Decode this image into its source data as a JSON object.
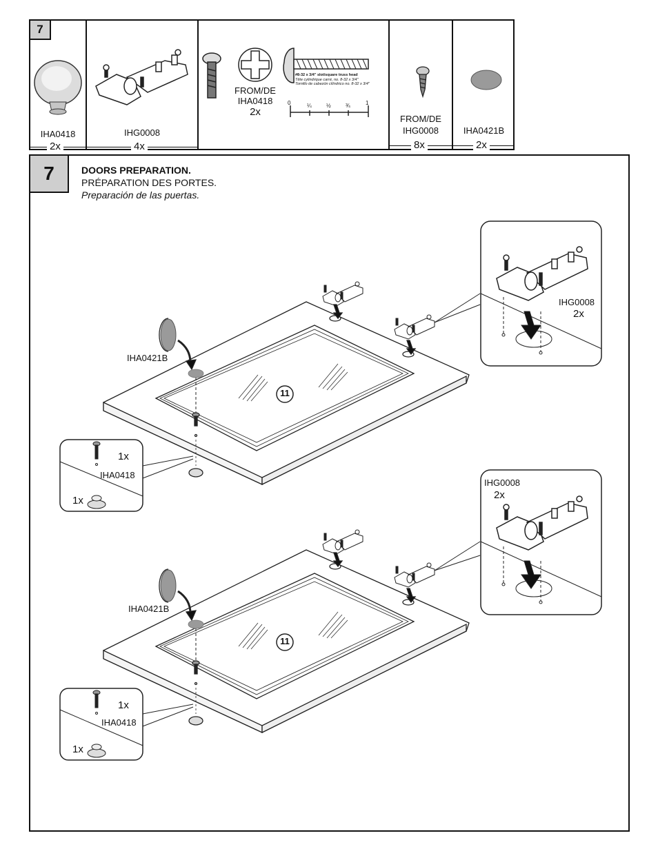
{
  "parts_box": {
    "step_number": "7",
    "items": [
      {
        "code": "IHA0418",
        "qty": "2x",
        "icon": "knob-icon"
      },
      {
        "code": "IHG0008",
        "qty": "4x",
        "icon": "hinge-icon"
      },
      {
        "from_label": "FROM/DE",
        "code": "IHA0418",
        "qty": "2x",
        "icon": "truss-screw-icon",
        "screw_spec": [
          "#8-32 x 3/4\" slot/square truss head",
          "Tête cylindrique carré, no. 8-32 x 3/4\"",
          "Tornillo de cabezón cilíndrico no. 8-32 x 3/4\""
        ],
        "ruler_ticks": [
          "0",
          "¼",
          "½",
          "¾",
          "1"
        ]
      },
      {
        "from_label": "FROM/DE",
        "code": "IHG0008",
        "qty": "8x",
        "icon": "wood-screw-icon"
      },
      {
        "code": "IHA0421B",
        "qty": "2x",
        "icon": "bumper-pad-icon"
      }
    ]
  },
  "step": {
    "number": "7",
    "title_en": "DOORS PREPARATION.",
    "title_fr": "PRÉPARATION DES PORTES.",
    "title_es": "Preparación de las puertas."
  },
  "door_top": {
    "part_label": "11",
    "bumper_label": "IHA0421B",
    "hinge_callout": {
      "code": "IHG0008",
      "qty": "2x"
    },
    "knob_callout": {
      "screw_qty": "1x",
      "code": "IHA0418",
      "knob_qty": "1x"
    }
  },
  "door_bottom": {
    "part_label": "11",
    "bumper_label": "IHA0421B",
    "hinge_callout": {
      "code": "IHG0008",
      "qty": "2x"
    },
    "knob_callout": {
      "screw_qty": "1x",
      "code": "IHA0418",
      "knob_qty": "1x"
    }
  },
  "colors": {
    "badge": "#cfcfcf",
    "line": "#111111",
    "pad": "#9a9a9a"
  }
}
